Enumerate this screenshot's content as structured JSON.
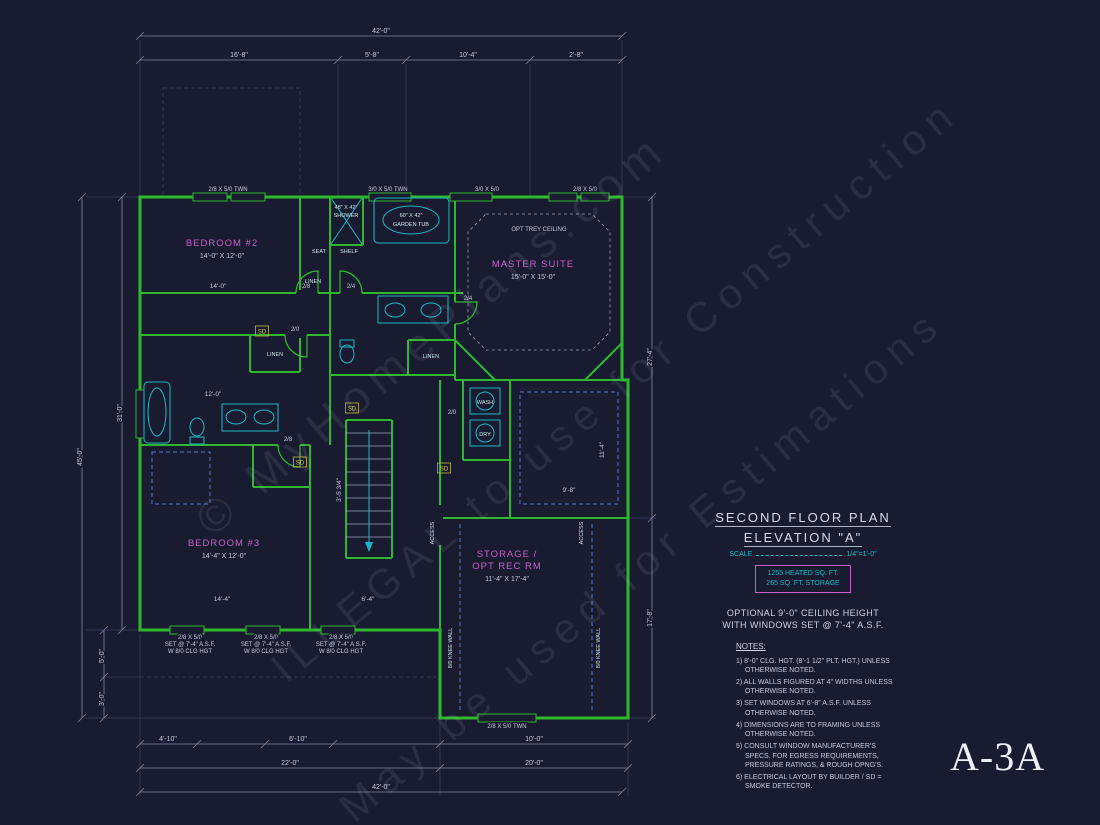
{
  "sheet": {
    "number": "A-3A"
  },
  "colors": {
    "background": "#191c30",
    "walls": "#2eb82e",
    "room_labels": "#c95fc9",
    "fixtures": "#1ab8c4",
    "dimensions": "#c7cbdc",
    "smoke_detector": "#d8c64a"
  },
  "watermarks": {
    "line1": "© MyHomePlans.com",
    "line2": "ILLEGAL to use for Construction",
    "line3": "May be used for Estimations"
  },
  "title_block": {
    "title": "SECOND FLOOR PLAN",
    "subtitle": "ELEVATION \"A\"",
    "scale_label": "SCALE",
    "scale_value": "1/4\"=1'-0\"",
    "area_line1": "1255 HEATED SQ. FT.",
    "area_line2": "265 SQ. FT. STORAGE",
    "option_line1": "OPTIONAL 9'-0\" CEILING HEIGHT",
    "option_line2": "WITH WINDOWS SET @ 7'-4\" A.S.F.",
    "notes_title": "NOTES:",
    "notes": [
      "1) 8'-0\" CLG. HGT. (8'-1 1/2\" PLT. HGT.) UNLESS OTHERWISE NOTED.",
      "2) ALL WALLS FIGURED AT 4\" WIDTHS UNLESS OTHERWISE NOTED.",
      "3) SET WINDOWS AT 6'-8\" A.S.F. UNLESS OTHERWISE NOTED.",
      "4) DIMENSIONS ARE TO FRAMING UNLESS OTHERWISE NOTED.",
      "5) CONSULT WINDOW MANUFACTURER'S SPECS. FOR EGRESS REQUIREMENTS, PRESSURE RATINGS, & ROUGH OPNG'S.",
      "6) ELECTRICAL LAYOUT BY BUILDER / SD = SMOKE DETECTOR."
    ]
  },
  "rooms": {
    "bedroom2": {
      "label": "BEDROOM #2",
      "size": "14'-0\" X 12'-0\""
    },
    "master": {
      "label": "MASTER SUITE",
      "size": "15'-0\" X 15'-0\"",
      "trey": "OPT TREY CEILING"
    },
    "bedroom3": {
      "label": "BEDROOM #3",
      "size": "14'-4\" X 12'-0\""
    },
    "storage": {
      "label1": "STORAGE /",
      "label2": "OPT REC RM",
      "size": "11'-4\" X 17'-4\""
    }
  },
  "dims": {
    "top_total": "42'-0\"",
    "top_seg1": "16'-8\"",
    "top_seg2": "5'-8\"",
    "top_seg3": "10'-4\"",
    "top_seg4": "2'-8\"",
    "left_total": "45'-0\"",
    "left_inner": "31'-0\"",
    "left_low1": "5'-0\"",
    "left_low2": "3'-0\"",
    "right_upper": "27'-4\"",
    "right_lower": "17'-8\"",
    "bottom_seg1": "4'-10\"",
    "bottom_seg2": "6'-10\"",
    "bottom_seg3": "10'-0\"",
    "bottom_mid1": "22'-0\"",
    "bottom_mid2": "20'-0\"",
    "bottom_total": "42'-0\"",
    "bed2_width": "14'-0\"",
    "bath_width": "12'-0\"",
    "bed3_width": "14'-4\"",
    "bed3_seg": "6'-4\"",
    "right_room_w": "9'-8\"",
    "right_room_h": "11'-4\"",
    "stair_width": "3'-5 3/4\""
  },
  "windows": {
    "top1": "2/8 X 5/0 TWN",
    "top2": "3/0 X 5/0 TWN",
    "top3": "3/0 X 5/0",
    "top4": "2/8 X 5/0",
    "bottom_l1": "2/8 X 5/0",
    "bottom_l2": "SET @ 7'-4\" A.S.F.",
    "bottom_l3": "W 8/0 CLG HGT",
    "storage_bottom": "2/8 X 5/0 TWN"
  },
  "labels": {
    "shower_size": "48\" X 42\"",
    "shower": "SHOWER",
    "tub_size": "60\" X 42\"",
    "tub": "GARDEN TUB",
    "seat": "SEAT",
    "shelf": "SHELF",
    "linen": "LINEN",
    "wash": "WASH",
    "dry": "DRY",
    "access": "ACCESS",
    "knee_wall": "8/0 KNEE WALL",
    "sd": "SD",
    "door_2_4": "2/4",
    "door_2_8": "2/8",
    "door_2_0": "2/0"
  }
}
